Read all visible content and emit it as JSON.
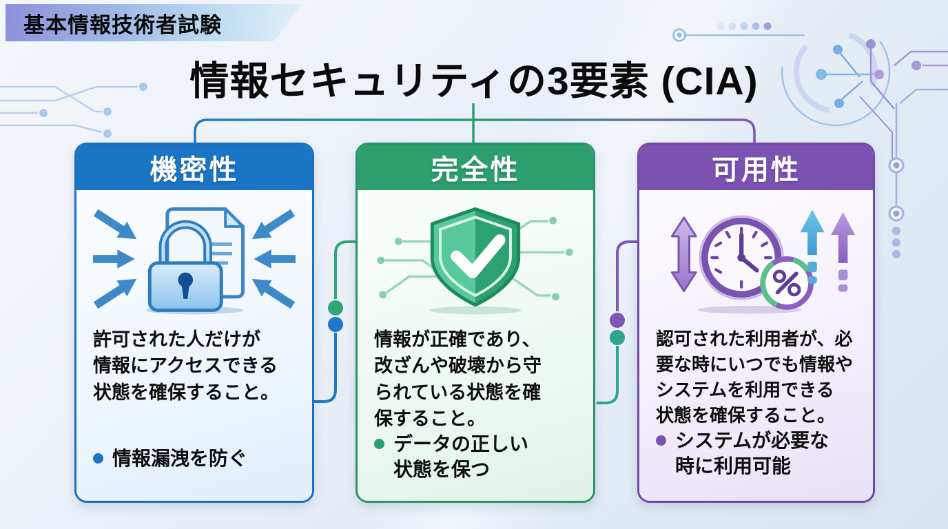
{
  "badge": {
    "label": "基本情報技術者試験"
  },
  "title": "情報セキュリティの3要素 (CIA)",
  "cards": [
    {
      "key": "confidentiality",
      "title": "機密性",
      "accent": "#1b74c4",
      "icon": "lock-document-icon",
      "description_lines": [
        "許可された人だけが",
        "情報にアクセスできる",
        "状態を確保すること。"
      ],
      "bullet_lines": [
        "情報漏洩を防ぐ"
      ]
    },
    {
      "key": "integrity",
      "title": "完全性",
      "accent": "#2d9e6d",
      "icon": "shield-check-icon",
      "description_lines": [
        "情報が正確であり、",
        "改ざんや破壊から守",
        "られている状態を確",
        "保すること。"
      ],
      "bullet_lines": [
        "データの正しい",
        "状態を保つ"
      ]
    },
    {
      "key": "availability",
      "title": "可用性",
      "accent": "#7b51b2",
      "icon": "clock-uptime-icon",
      "description_lines": [
        "認可された利用者が、必",
        "要な時にいつでも情報や",
        "システムを利用できる",
        "状態を確保すること。"
      ],
      "bullet_lines": [
        "システムが必要な",
        "時に利用可能"
      ]
    }
  ],
  "connector_colors": {
    "left": "#1d78c6",
    "center": "#2aa06d",
    "right": "#7e57b5"
  },
  "background_color": "#e9eff7"
}
